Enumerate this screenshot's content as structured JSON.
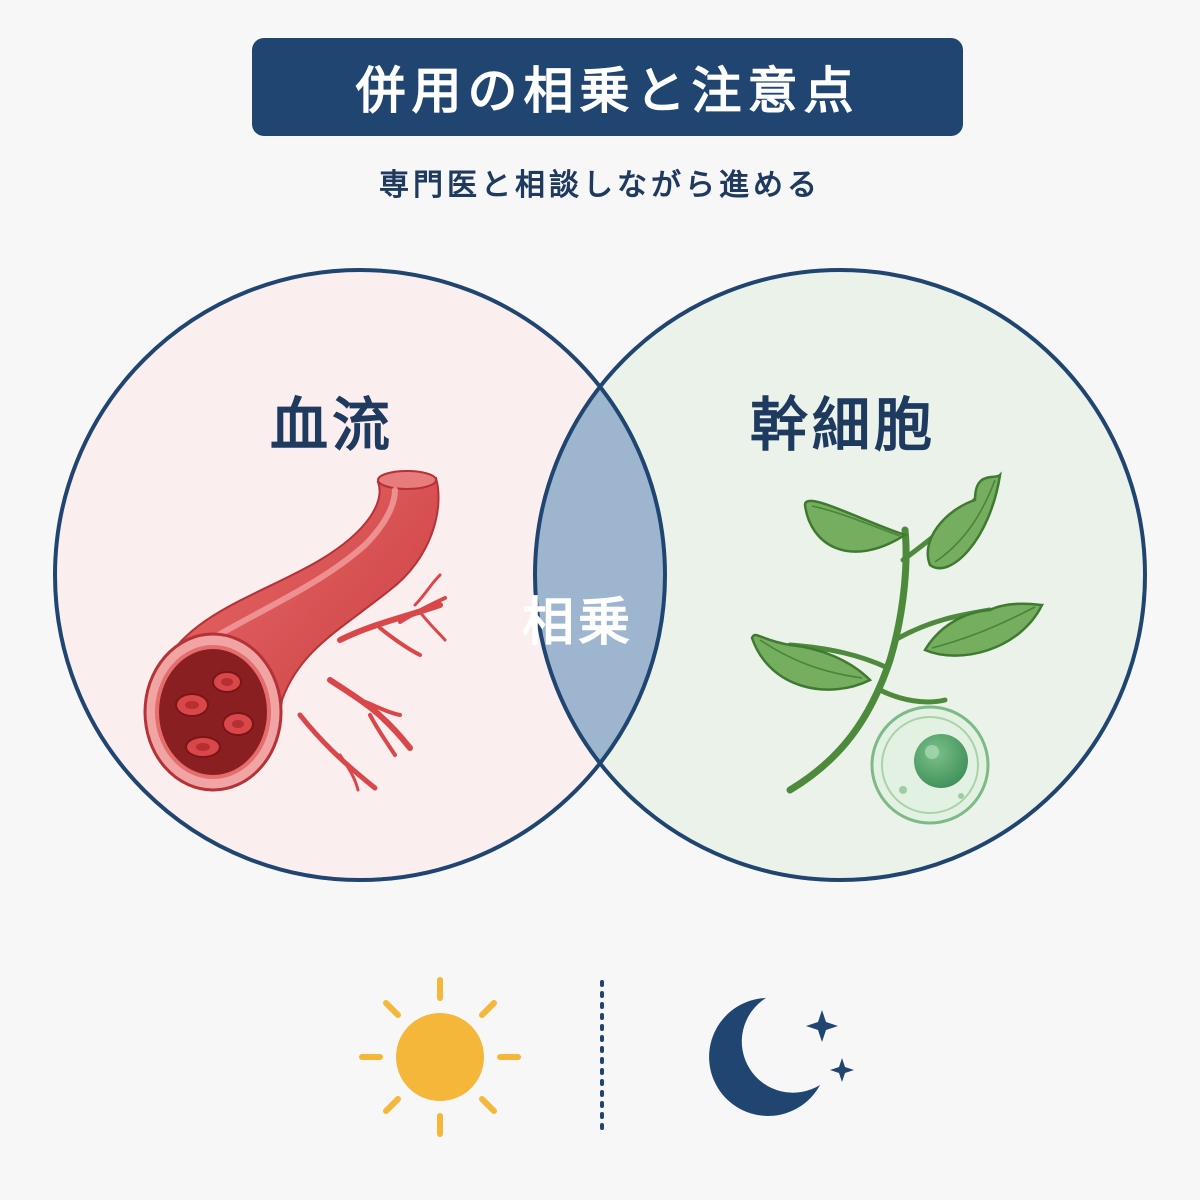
{
  "header": {
    "title": "併用の相乗と注意点",
    "subtitle": "専門医と相談しながら進める"
  },
  "venn": {
    "left_label": "血流",
    "right_label": "幹細胞",
    "overlap_label": "相乗",
    "left_icon": "blood-vessel-icon",
    "right_icon": "leaf-and-cell-icon"
  },
  "footer": {
    "left_icon": "sun-icon",
    "right_icon": "moon-and-stars-icon"
  },
  "colors": {
    "navy": "#1f4570",
    "left_fill": "#fbeeee",
    "right_fill": "#eaf2ea",
    "overlap_fill": "#9db5cf",
    "vessel_red": "#d9474a",
    "leaf_green": "#6aa556",
    "sun_yellow": "#f4b73a"
  }
}
